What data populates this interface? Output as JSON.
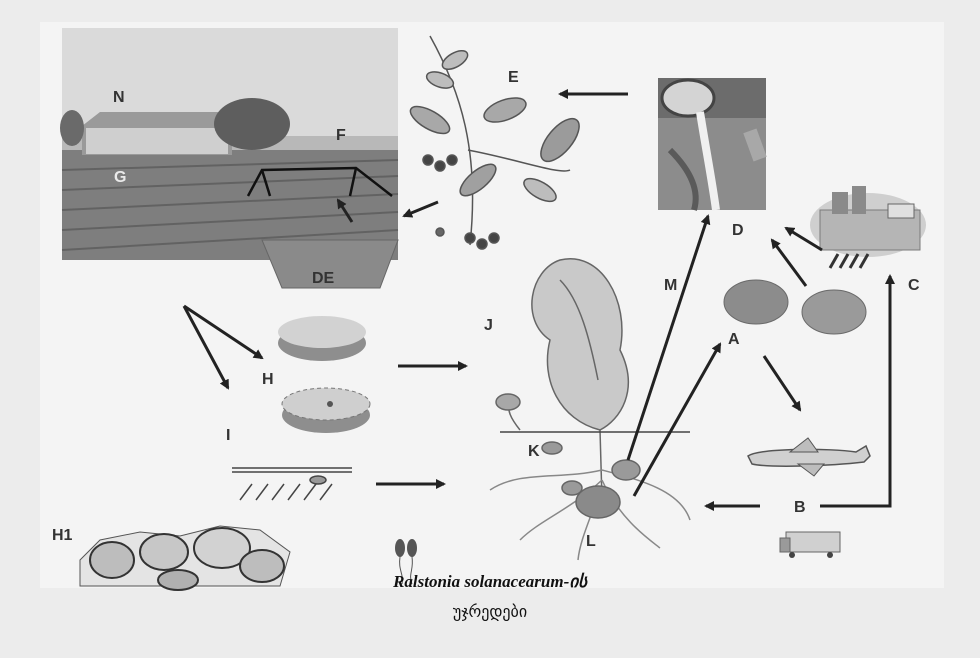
{
  "figure": {
    "labels": {
      "N": "N",
      "F": "F",
      "G": "G",
      "DE": "DE",
      "E": "E",
      "D": "D",
      "C": "C",
      "M": "M",
      "A": "A",
      "B": "B",
      "J": "J",
      "H": "H",
      "I": "I",
      "K": "K",
      "L": "L",
      "H1": "H1"
    },
    "caption_line1": "Ralstonia  solanacearum-ის",
    "caption_line2": "უჯრედები"
  }
}
